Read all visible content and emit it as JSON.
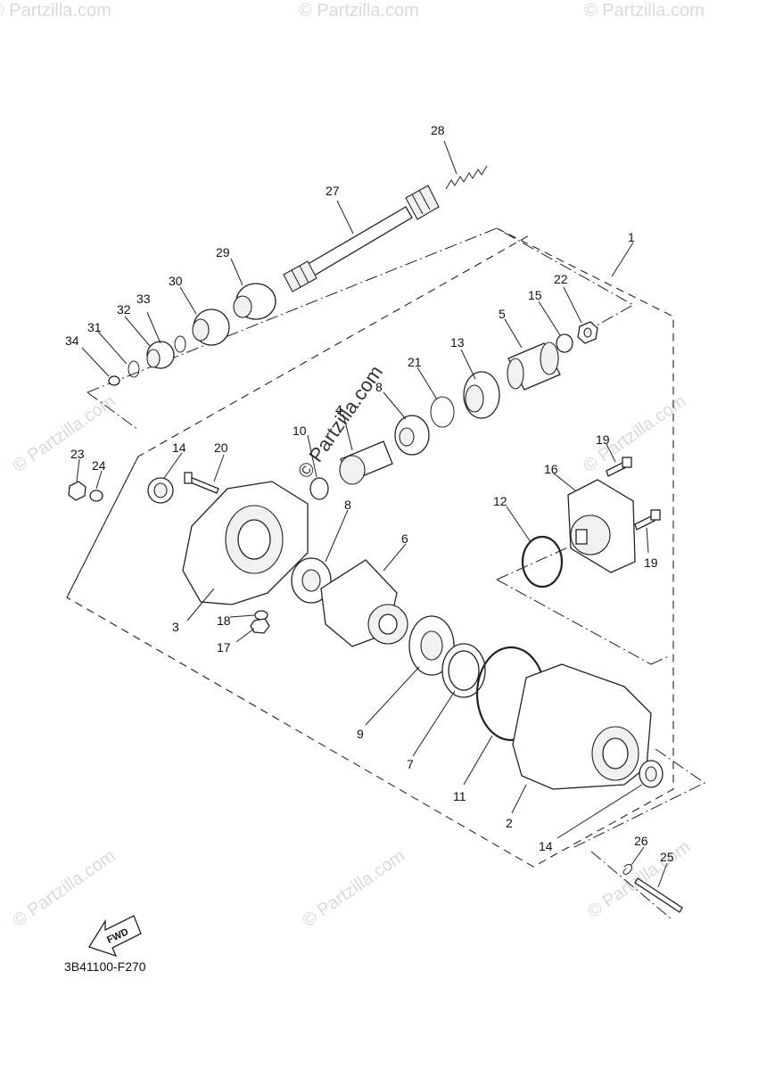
{
  "diagram_code": "3B41100-F270",
  "fwd_label": "FWD",
  "watermark": "© Partzilla.com",
  "callouts": [
    "1",
    "2",
    "3",
    "4",
    "5",
    "6",
    "7",
    "8",
    "8",
    "9",
    "10",
    "11",
    "12",
    "13",
    "14",
    "14",
    "15",
    "16",
    "17",
    "18",
    "19",
    "19",
    "20",
    "21",
    "22",
    "23",
    "24",
    "25",
    "26",
    "27",
    "28",
    "29",
    "30",
    "31",
    "32",
    "33",
    "34"
  ]
}
